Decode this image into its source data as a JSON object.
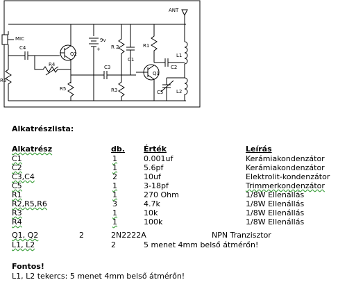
{
  "schematic": {
    "labels": {
      "mic": "MIC",
      "ant": "ANT",
      "batt": "9v",
      "plus": "+",
      "c4": "C4",
      "q2": "Q2",
      "r6": "R6",
      "r4": "R4",
      "r5": "R5",
      "c3": "C3",
      "r2": "R 2",
      "c1": "C1",
      "r3": "R3",
      "r1": "R1",
      "q1": "Q1",
      "c2": "C2",
      "c5": "C5",
      "l1": "L1",
      "l2": "L2"
    }
  },
  "parts": {
    "title": "Alkatrészlista:",
    "headers": {
      "part": "Alkatrész",
      "qty": "db.",
      "value": "Érték",
      "desc": "Leírás"
    },
    "rows": [
      {
        "part": "C1",
        "qty": "1",
        "value": "0.001uf",
        "desc": "Kerámiakondenzátor"
      },
      {
        "part": "C2",
        "qty": "1",
        "value": "5.6pf",
        "desc": "Kerámiakondenzátor"
      },
      {
        "part": "C3,C4",
        "qty": "2",
        "value": "10uf",
        "desc": "Elektrolit-kondenzátor"
      },
      {
        "part": "C5",
        "qty": "1",
        "value": "3-18pf",
        "desc": "Trimmerkondenzátor"
      },
      {
        "part": "R1",
        "qty": "1",
        "value": "270 Ohm",
        "desc": "1/8W Ellenállás"
      },
      {
        "part": "R2,R5,R6",
        "qty": "3",
        "value": "4.7k",
        "desc": "1/8W Ellenállás"
      },
      {
        "part": "R3",
        "qty": "1",
        "value": "10k",
        "desc": "1/8W Ellenállás"
      },
      {
        "part": "R4",
        "qty": "1",
        "value": "100k",
        "desc": "1/8W Ellenállás"
      }
    ],
    "q_row": {
      "part": "Q1, Q2",
      "qty": "2",
      "value": "2N2222A",
      "desc": "NPN Tranzisztor"
    },
    "l_row": {
      "part": "L1, L2",
      "qty": "2",
      "value": "5 menet 4mm belső átmérőn!"
    }
  },
  "note": {
    "title": "Fontos!",
    "text": "L1, L2 tekercs: 5 menet 4mm belső átmérőn!"
  }
}
